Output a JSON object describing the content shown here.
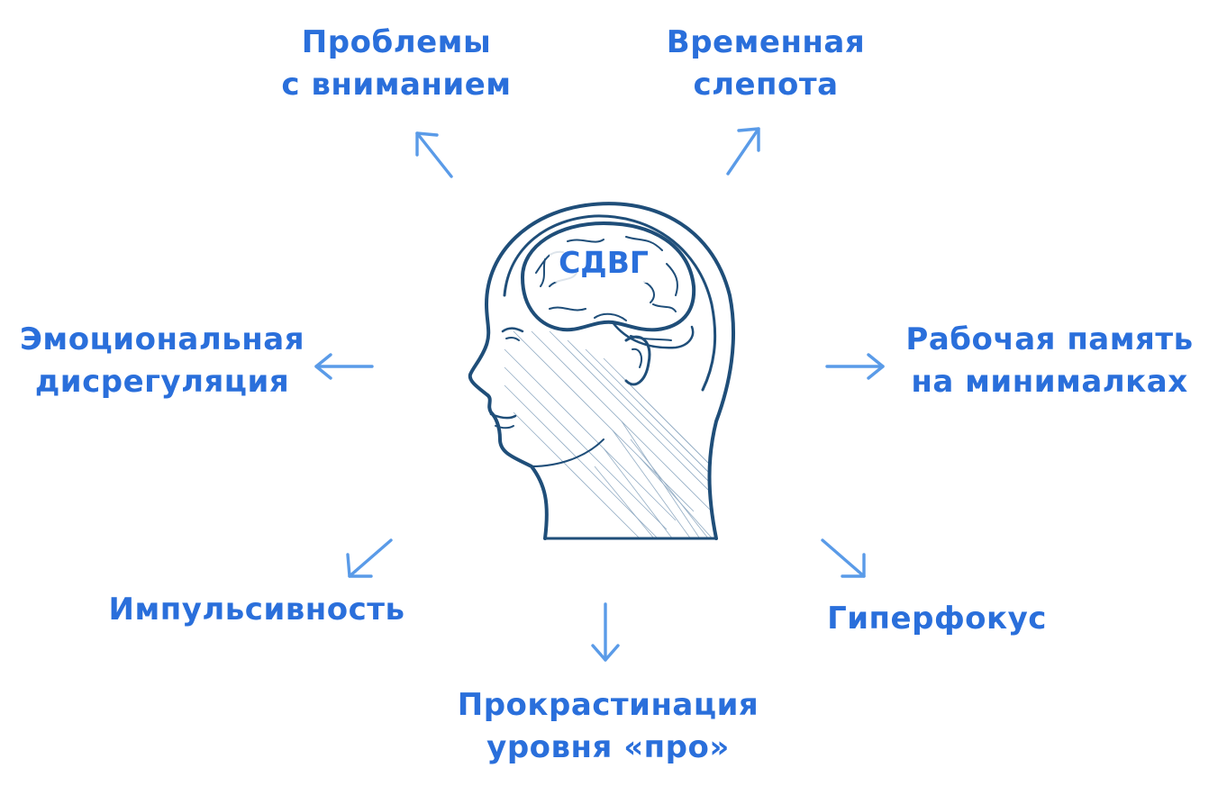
{
  "center": "СДВГ",
  "nodes": {
    "attention": {
      "line1": "Проблемы",
      "line2": "с вниманием"
    },
    "time": {
      "line1": "Временная",
      "line2": "слепота"
    },
    "emotional": {
      "line1": "Эмоциональная",
      "line2": "дисрегуляция"
    },
    "memory": {
      "line1": "Рабочая память",
      "line2": "на минималках"
    },
    "impulsivity": {
      "line1": "Импульсивность"
    },
    "hyperfocus": {
      "line1": "Гиперфокус"
    },
    "procrast": {
      "line1": "Прокрастинация",
      "line2": "уровня «про»"
    }
  },
  "colors": {
    "label_text": "#2a6fdb",
    "arrow": "#5a9be8",
    "ink": "#1f4e79"
  }
}
